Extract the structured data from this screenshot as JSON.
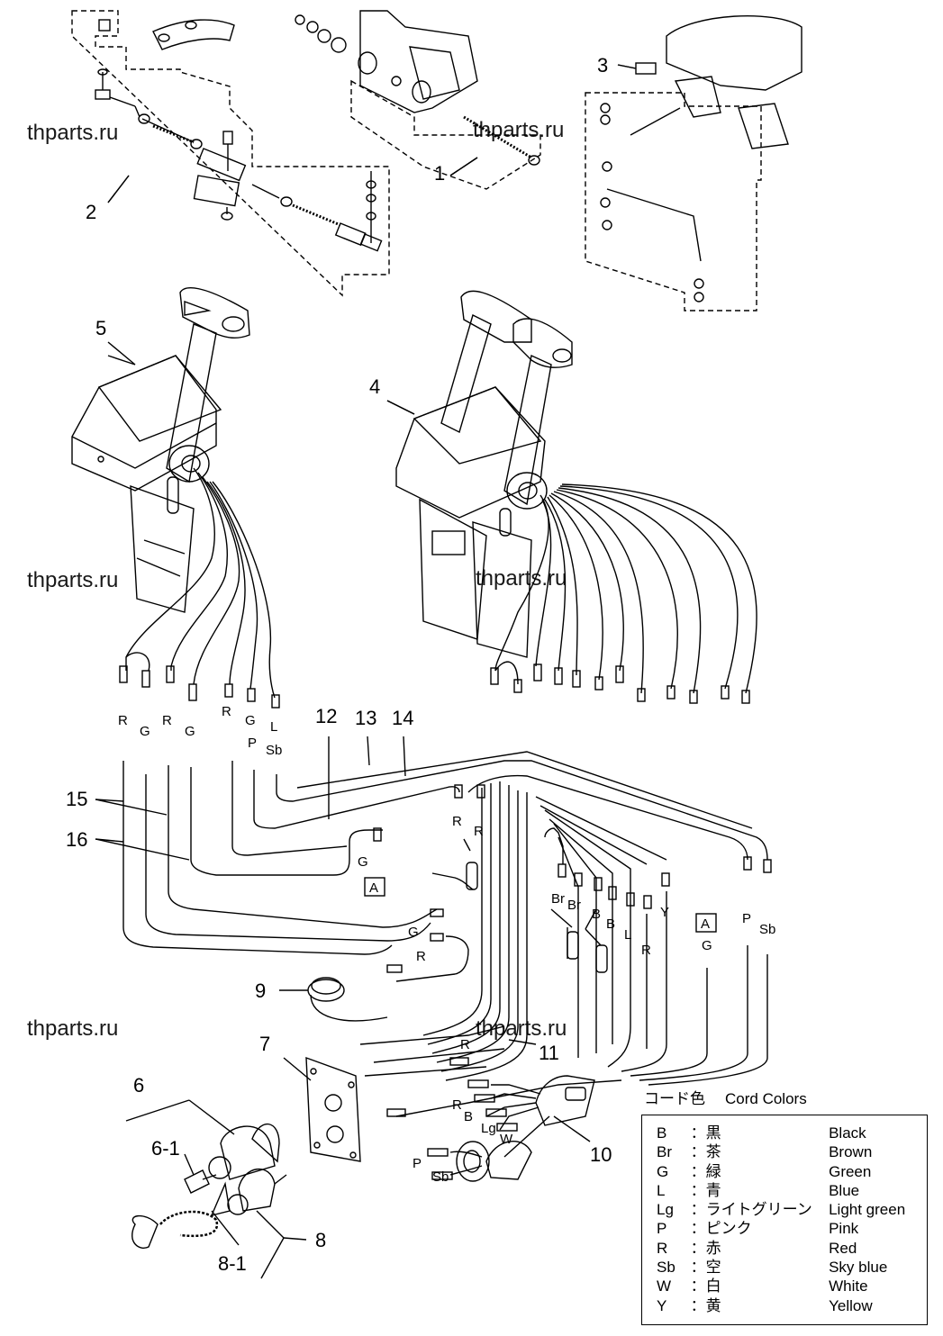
{
  "watermark": "thparts.ru",
  "callouts": [
    "1",
    "2",
    "3",
    "4",
    "5",
    "6",
    "6-1",
    "7",
    "8",
    "8-1",
    "9",
    "10",
    "11",
    "12",
    "13",
    "14",
    "15",
    "16"
  ],
  "wire_labels": {
    "left_control": [
      "R",
      "G",
      "R",
      "G",
      "R",
      "G",
      "P",
      "L",
      "Sb"
    ],
    "harness": [
      "R",
      "R",
      "G",
      "G",
      "R",
      "Br",
      "Br",
      "B",
      "B",
      "L",
      "R",
      "Y",
      "G",
      "P",
      "Sb",
      "R"
    ],
    "connector_a": "A",
    "plug": [
      "R",
      "B",
      "Lg",
      "W",
      "P",
      "Sb"
    ]
  },
  "legend": {
    "title_jp": "コード色",
    "title_en": "Cord Colors",
    "rows": [
      {
        "code": "B",
        "jp": "：黒",
        "en": "Black"
      },
      {
        "code": "Br",
        "jp": "：茶",
        "en": "Brown"
      },
      {
        "code": "G",
        "jp": "：緑",
        "en": "Green"
      },
      {
        "code": "L",
        "jp": "：青",
        "en": "Blue"
      },
      {
        "code": "Lg",
        "jp": "：ライトグリーン",
        "en": "Light green"
      },
      {
        "code": "P",
        "jp": "：ピンク",
        "en": "Pink"
      },
      {
        "code": "R",
        "jp": "：赤",
        "en": "Red"
      },
      {
        "code": "Sb",
        "jp": "：空",
        "en": "Sky blue"
      },
      {
        "code": "W",
        "jp": "：白",
        "en": "White"
      },
      {
        "code": "Y",
        "jp": "：黄",
        "en": "Yellow"
      }
    ]
  }
}
